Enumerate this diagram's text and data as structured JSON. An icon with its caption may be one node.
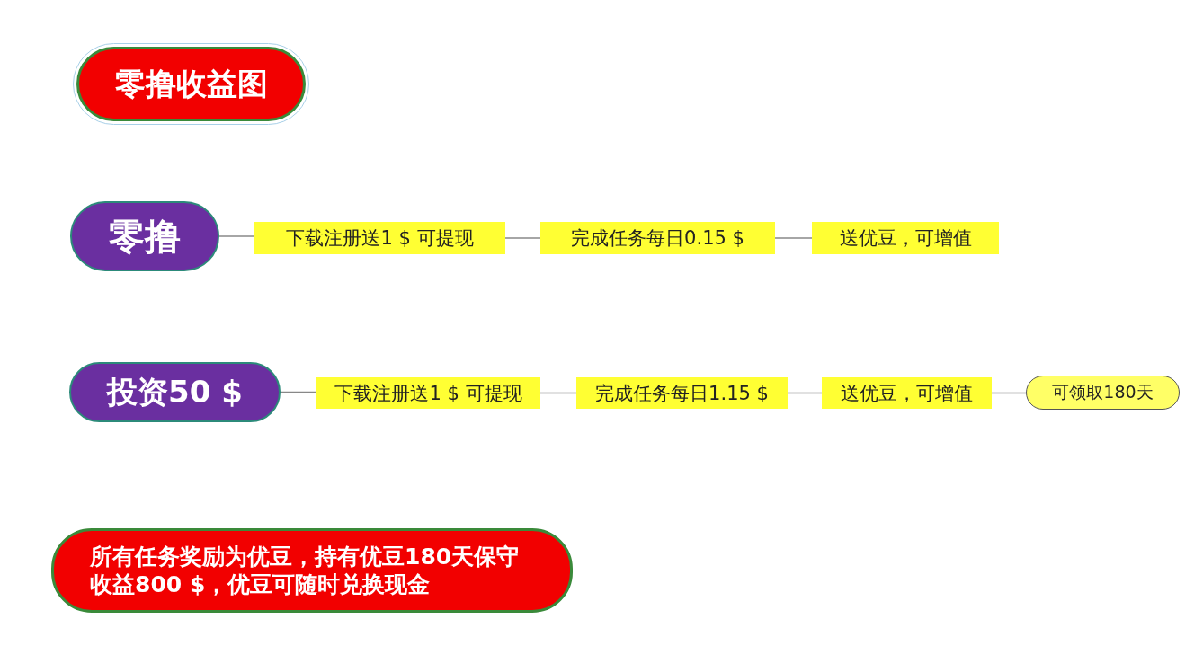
{
  "diagram": {
    "nodes": [
      {
        "text": [
          "零撸收益图"
        ]
      },
      {
        "text": [
          "零撸"
        ]
      },
      {
        "text": [
          "下载注册送1 $ 可提现"
        ]
      },
      {
        "text": [
          "完成任务每日0.15 $"
        ]
      },
      {
        "text": [
          "送优豆，可增值"
        ]
      },
      {
        "text": [
          "投资50 $"
        ]
      },
      {
        "text": [
          "下载注册送1 $ 可提现"
        ]
      },
      {
        "text": [
          "完成任务每日1.15 $"
        ]
      },
      {
        "text": [
          "送优豆，可增值"
        ]
      },
      {
        "text": [
          "可领取180天"
        ]
      },
      {
        "text": [
          "所有任务奖励为优豆，持有优豆180天保守收益800 $，优豆可随时兑换现金"
        ]
      }
    ],
    "edges": [
      {
        "from": 1,
        "to": 2,
        "arrow": "none"
      },
      {
        "from": 2,
        "to": 3,
        "arrow": "none"
      },
      {
        "from": 3,
        "to": 4,
        "arrow": "none"
      },
      {
        "from": 5,
        "to": 6,
        "arrow": "none"
      },
      {
        "from": 6,
        "to": 7,
        "arrow": "none"
      },
      {
        "from": 7,
        "to": 8,
        "arrow": "none"
      },
      {
        "from": 8,
        "to": 9,
        "arrow": "none"
      }
    ]
  }
}
